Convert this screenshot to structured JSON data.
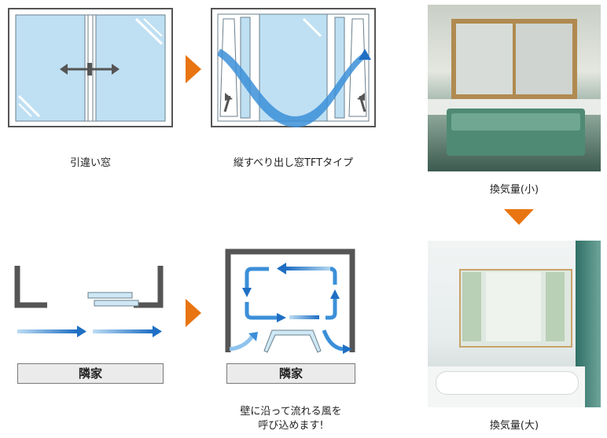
{
  "window_types": {
    "sliding_caption": "引違い窓",
    "tft_caption": "縦すべり出し窓TFTタイプ"
  },
  "ventilation": {
    "small_caption": "換気量(小)",
    "large_caption": "換気量(大)"
  },
  "neighbor": {
    "left_label": "隣家",
    "right_label": "隣家"
  },
  "airflow_caption": {
    "line1": "壁に沿って流れる風を",
    "line2": "呼び込めます!"
  },
  "colors": {
    "accent_orange": "#e87511",
    "glass_blue": "#cfe8f5",
    "frame_gray": "#5a5a5a",
    "arrow_blue": "#1f6fc4"
  }
}
